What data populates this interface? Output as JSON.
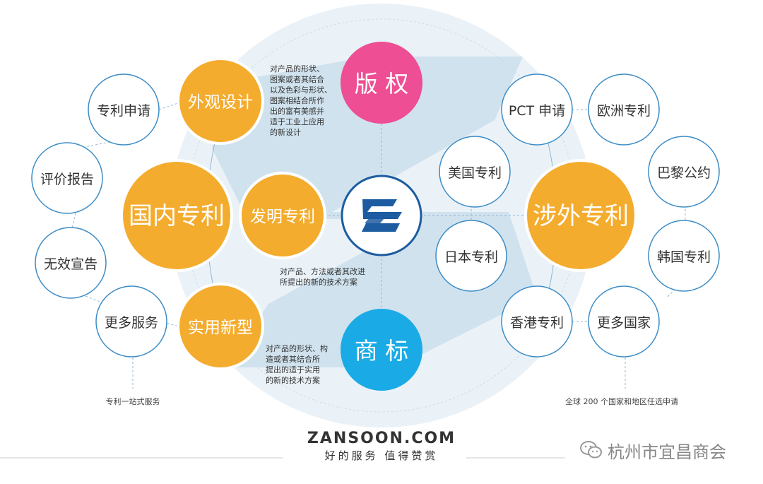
{
  "center_logo": "zs-logo-icon",
  "hub": {
    "domestic": "国内专利",
    "foreign": "涉外专利",
    "copyright": "版 权",
    "trademark": "商 标"
  },
  "domestic_types": {
    "design": "外观设计",
    "invention": "发明专利",
    "utility": "实用新型"
  },
  "domestic_services": [
    "专利申请",
    "评价报告",
    "无效宣告",
    "更多服务"
  ],
  "foreign_items": {
    "pct": "PCT 申请",
    "us": "美国专利",
    "jp": "日本专利",
    "hk": "香港专利"
  },
  "foreign_services": [
    "欧洲专利",
    "巴黎公约",
    "韩国专利",
    "更多国家"
  ],
  "descriptions": {
    "design": [
      "对产品的形状、",
      "图案或者其结合",
      "以及色彩与形状、",
      "图案相结合所作",
      "出的富有美感并",
      "适于工业上应用",
      "的新设计"
    ],
    "invention": [
      "对产品、方法或者其改进",
      "所提出的新的技术方案"
    ],
    "utility": [
      "对产品的形状、构",
      "造或者其结合所",
      "提出的适于实用",
      "的新的技术方案"
    ]
  },
  "captions": {
    "left": "专利一站式服务",
    "right": "全球 200 个国家和地区任选申请"
  },
  "footer": {
    "site": "ZANSOON.COM",
    "slogan": "好的服务  值得赞赏",
    "watermark": "杭州市宜昌商会"
  },
  "colors": {
    "orange": "#F4AC2E",
    "pink": "#EE4E93",
    "blue": "#1AABE6",
    "navy": "#1D5CA0",
    "outline": "#3C8CC6",
    "bg_circle": "#DCE9F2"
  }
}
